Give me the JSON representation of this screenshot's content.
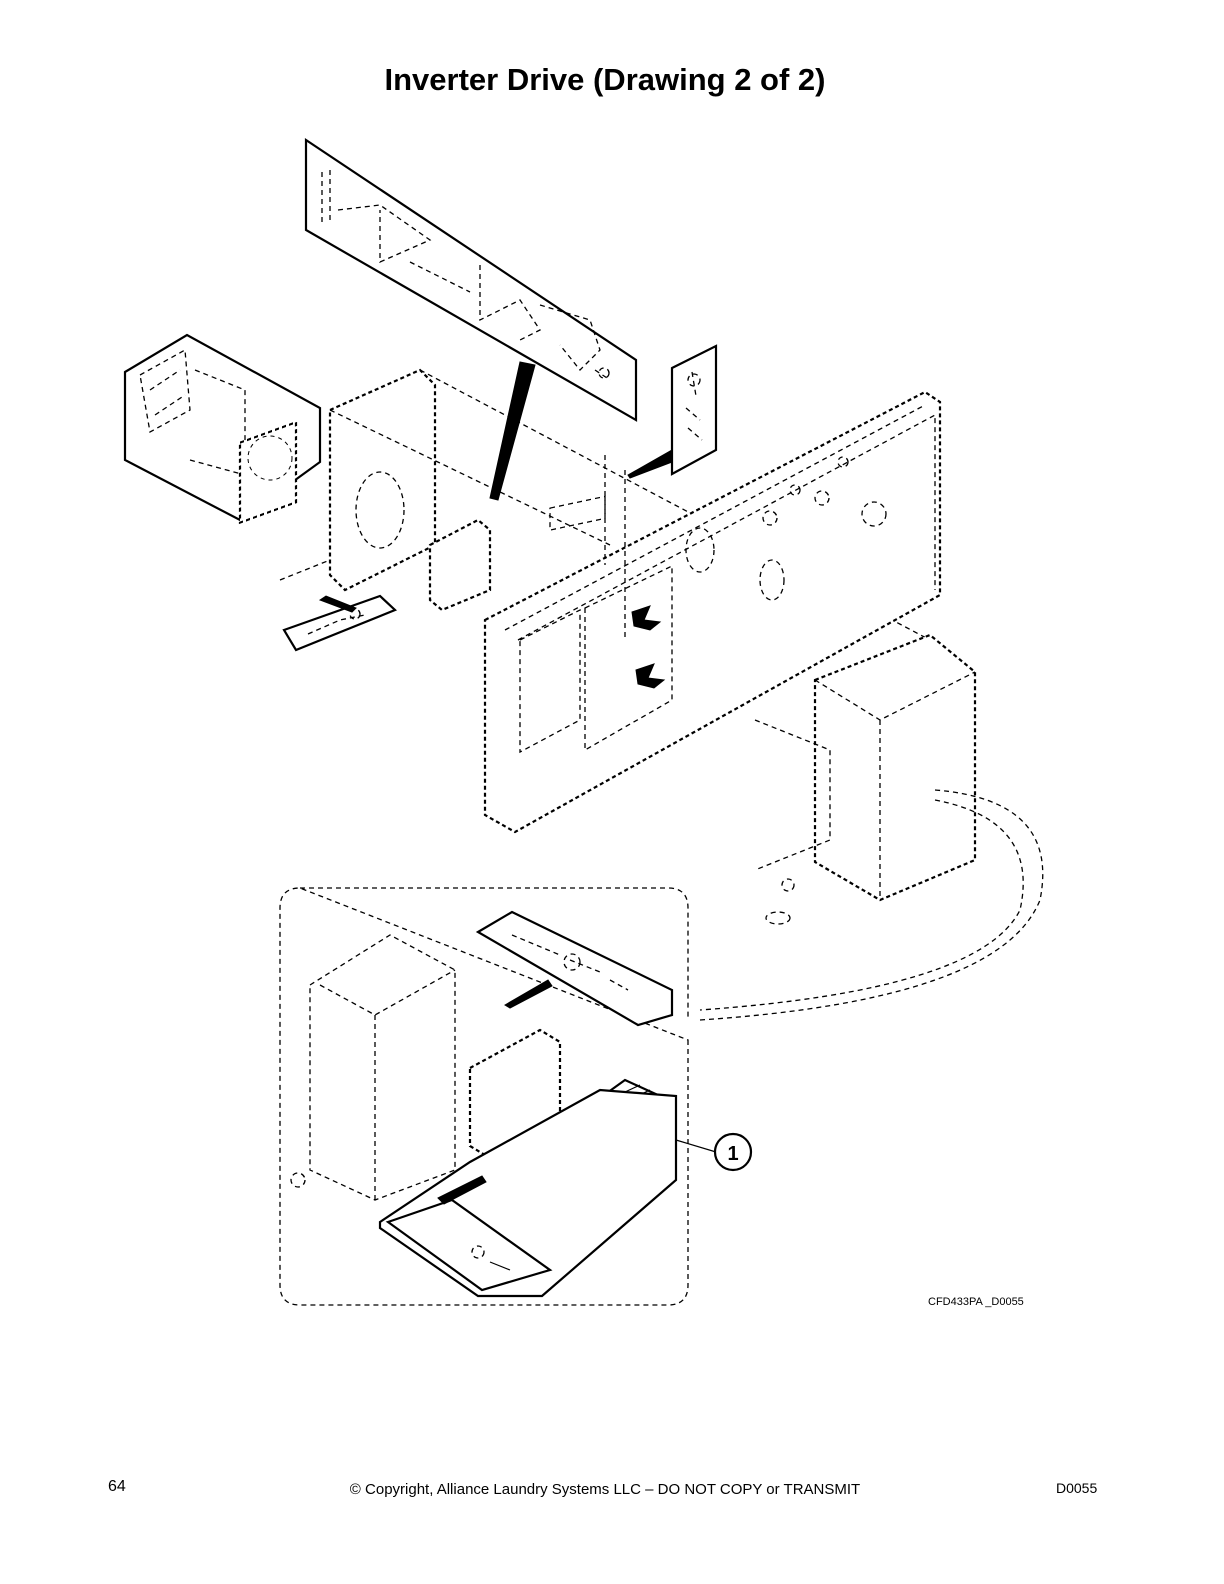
{
  "title": "Inverter Drive (Drawing 2 of 2)",
  "callouts": [
    {
      "label": "1"
    }
  ],
  "drawing_code": "CFD433PA _D0055",
  "footer": {
    "page_number": "64",
    "copyright": "© Copyright, Alliance Laundry Systems LLC – DO NOT COPY or TRANSMIT",
    "doc_id": "D0055"
  }
}
